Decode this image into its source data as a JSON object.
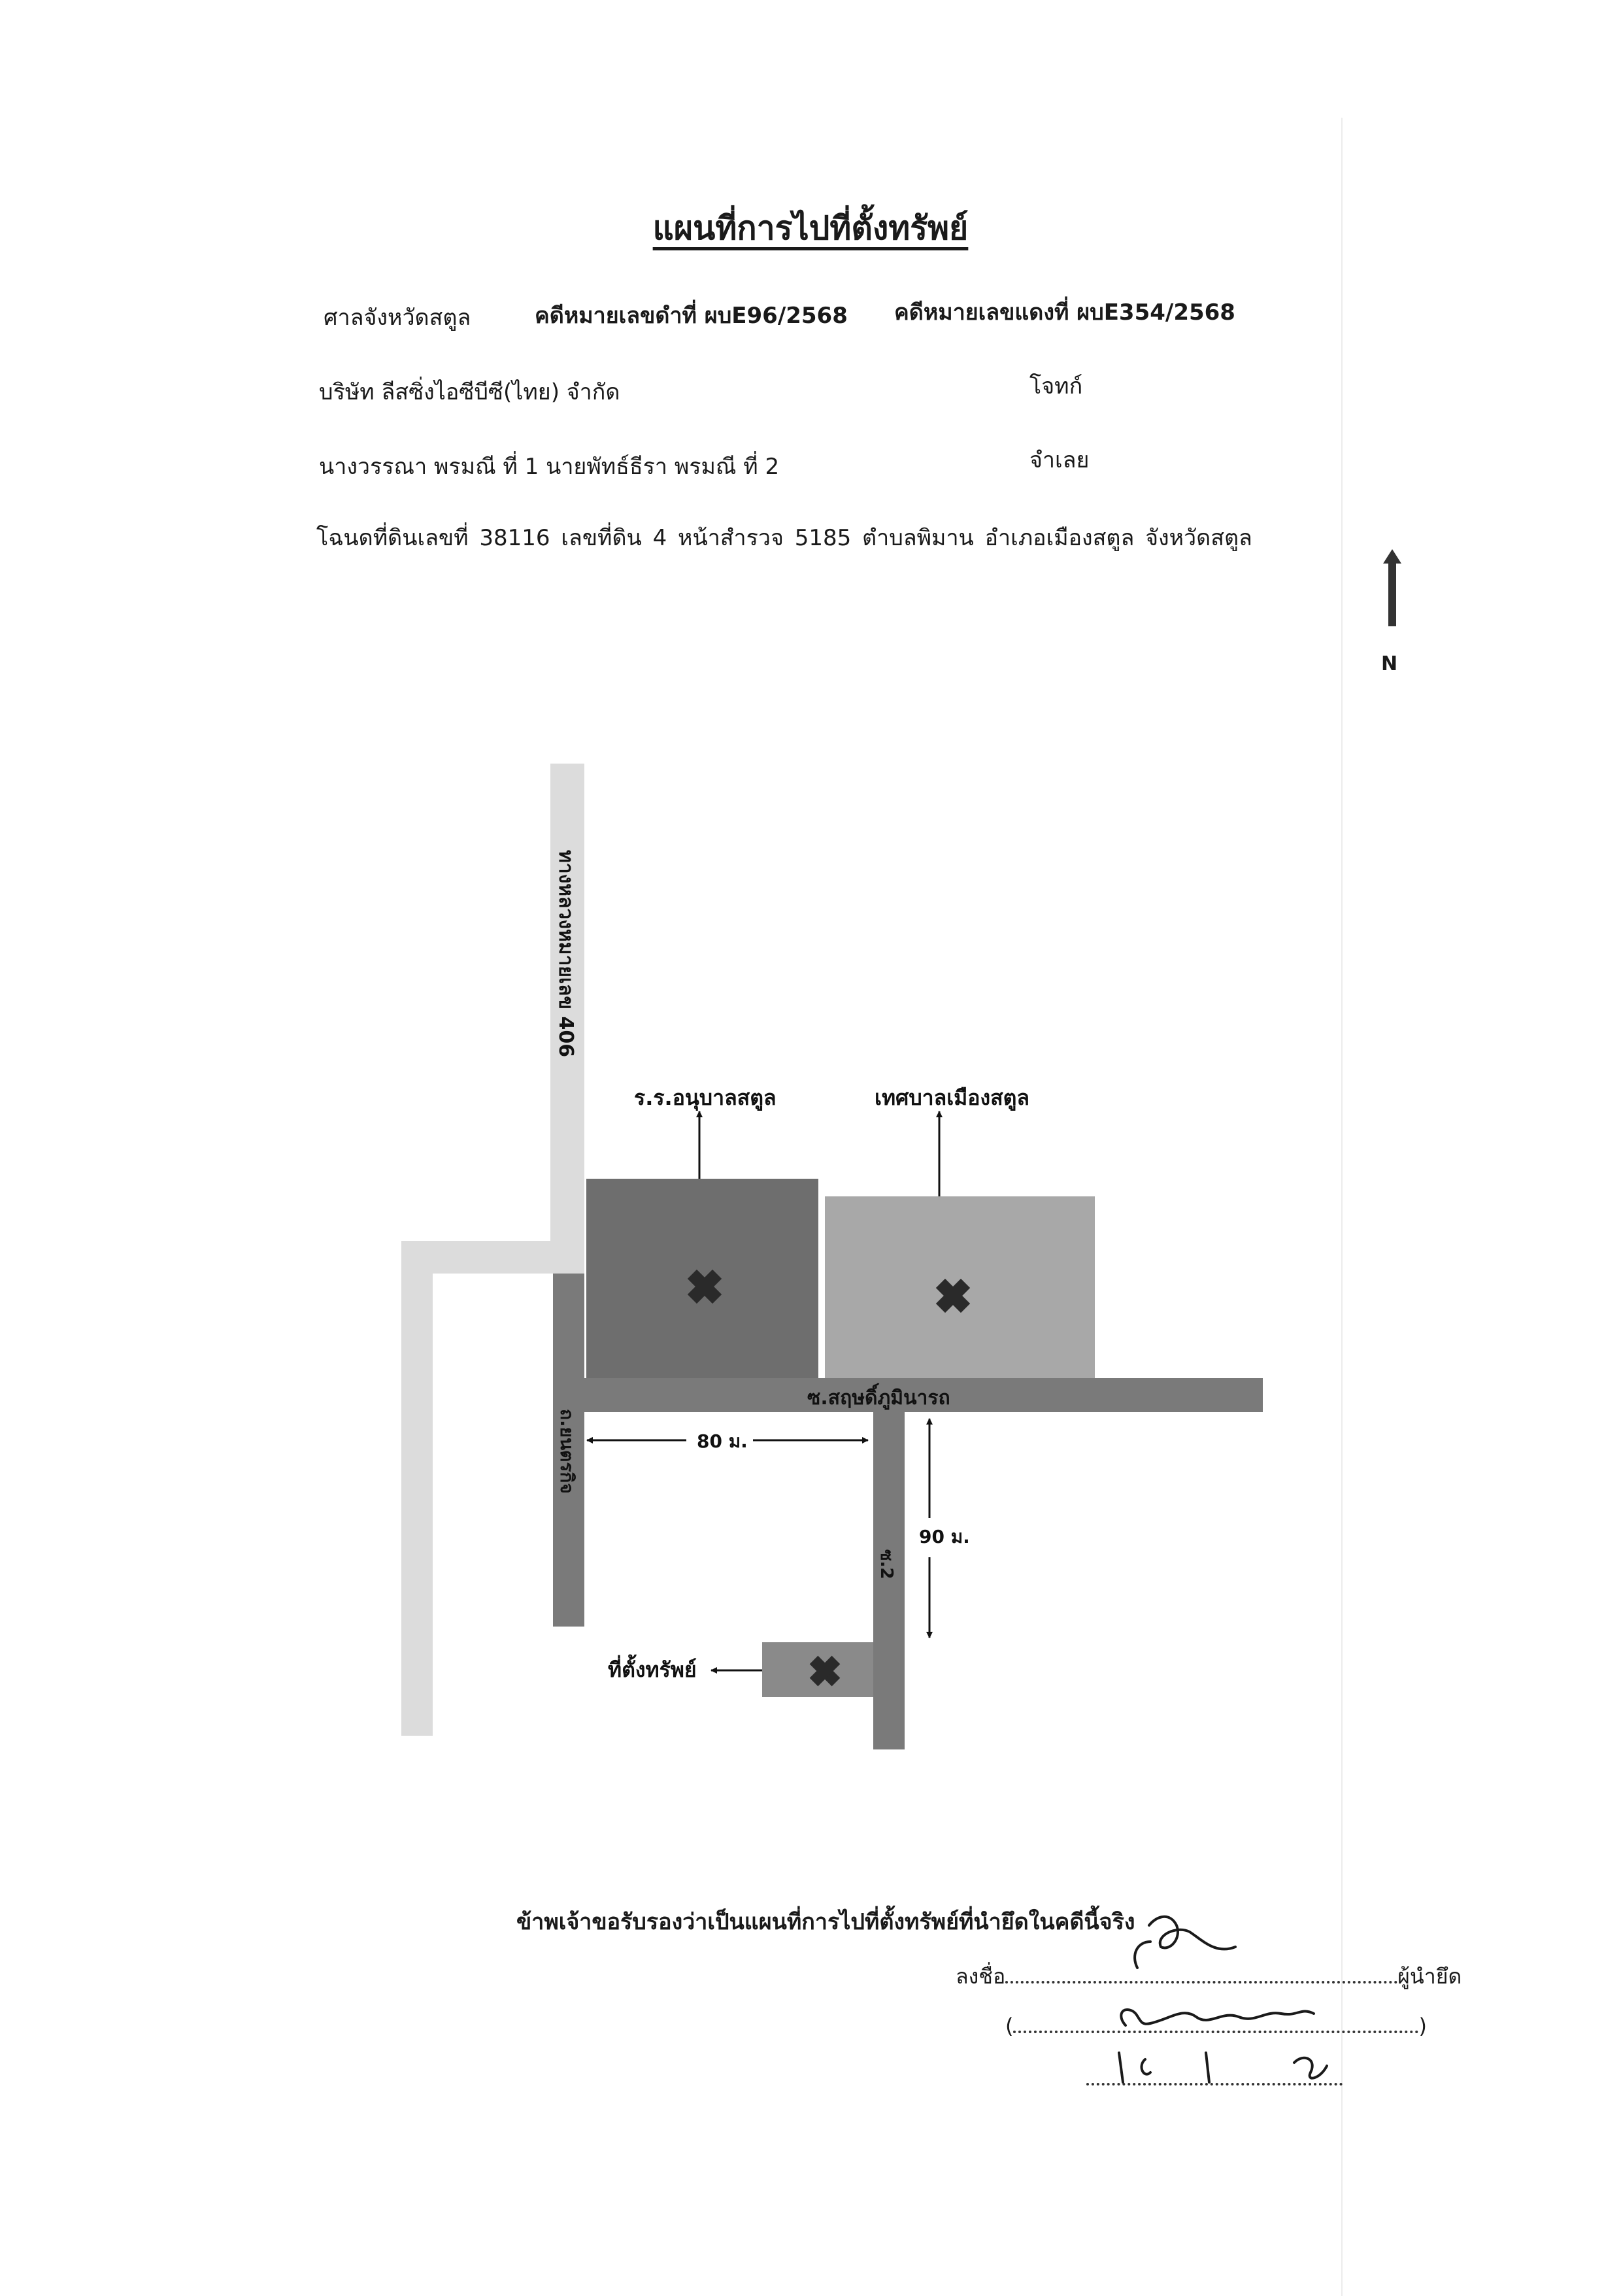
{
  "header": {
    "title": "แผนที่การไปที่ตั้งทรัพย์",
    "court": "ศาลจังหวัดสตูล",
    "black_case": "คดีหมายเลขดำที่ ผบE96/2568",
    "red_case": "คดีหมายเลขแดงที่ ผบE354/2568",
    "plaintiff_name": "บริษัท ลีสซิ่งไอซีบีซี(ไทย) จำกัด",
    "plaintiff_role": "โจทก์",
    "defendant_name": "นางวรรณา พรมณี ที่ 1 นายพัทธ์ธีรา พรมณี ที่ 2",
    "defendant_role": "จำเลย",
    "deed": "โฉนดที่ดินเลขที่ 38116 เลขที่ดิน 4 หน้าสำรวจ 5185 ตำบลพิมาน อำเภอเมืองสตูล จังหวัดสตูล"
  },
  "compass": {
    "label": "N"
  },
  "map": {
    "highway_label": "ทางหลวงหมายเลข 406",
    "main_soi_label": "ซ.สฤษดิ์ภูมินารถ",
    "left_road_label": "ถ.ยนตรกิจ",
    "sub_soi_label": "ซ.2",
    "landmark_school": "ร.ร.อนุบาลสตูล",
    "landmark_municipality": "เทศบาลเมืองสตูล",
    "property_label": "ที่ตั้งทรัพย์",
    "distance_horizontal": "80 ม.",
    "distance_vertical": "90 ม.",
    "colors": {
      "highway": "#dcdcdc",
      "road": "#7a7a7a",
      "school": "#6e6e6e",
      "municipality": "#a8a8a8",
      "property": "#8a8a8a",
      "marker": "#2a2a2a"
    }
  },
  "footer": {
    "certification": "ข้าพเจ้าขอรับรองว่าเป็นแผนที่การไปที่ตั้งทรัพย์ที่นำยึดในคดีนี้จริง",
    "sign_prefix": "ลงชื่อ",
    "sign_role": "ผู้นำยึด",
    "paren_open": "(",
    "paren_close": ")"
  }
}
